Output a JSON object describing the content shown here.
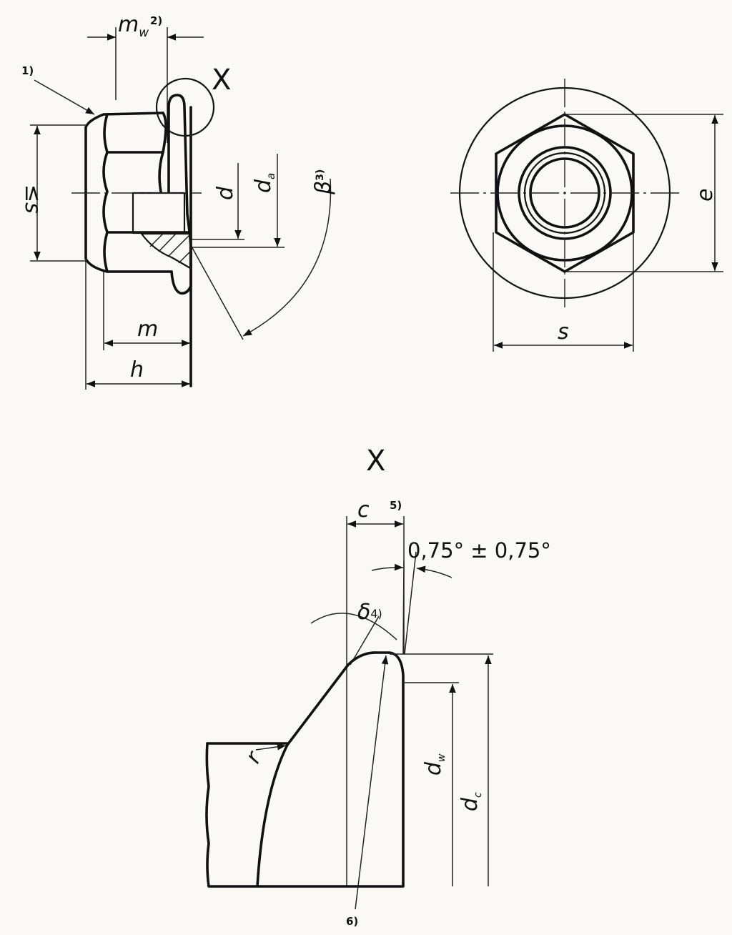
{
  "side_view": {
    "mw": {
      "main": "m",
      "sub": "w",
      "note": "2)"
    },
    "note_1": "1)",
    "detail_mark": "X",
    "s_max": "≤s",
    "d": "d",
    "da": {
      "main": "d",
      "sub": "a"
    },
    "beta": {
      "main": "β",
      "note": "3)"
    },
    "m": "m",
    "h": "h"
  },
  "front_view": {
    "e": "e",
    "s": "s"
  },
  "detail_x": {
    "title": "X",
    "c": {
      "main": "c",
      "note": "5)"
    },
    "angle_tolerance": "0,75° ± 0,75°",
    "delta": {
      "main": "δ",
      "note": "4)"
    },
    "r": "r",
    "dw": {
      "main": "d",
      "sub": "w"
    },
    "dc": {
      "main": "d",
      "sub": "c"
    },
    "note_6": "6)"
  }
}
